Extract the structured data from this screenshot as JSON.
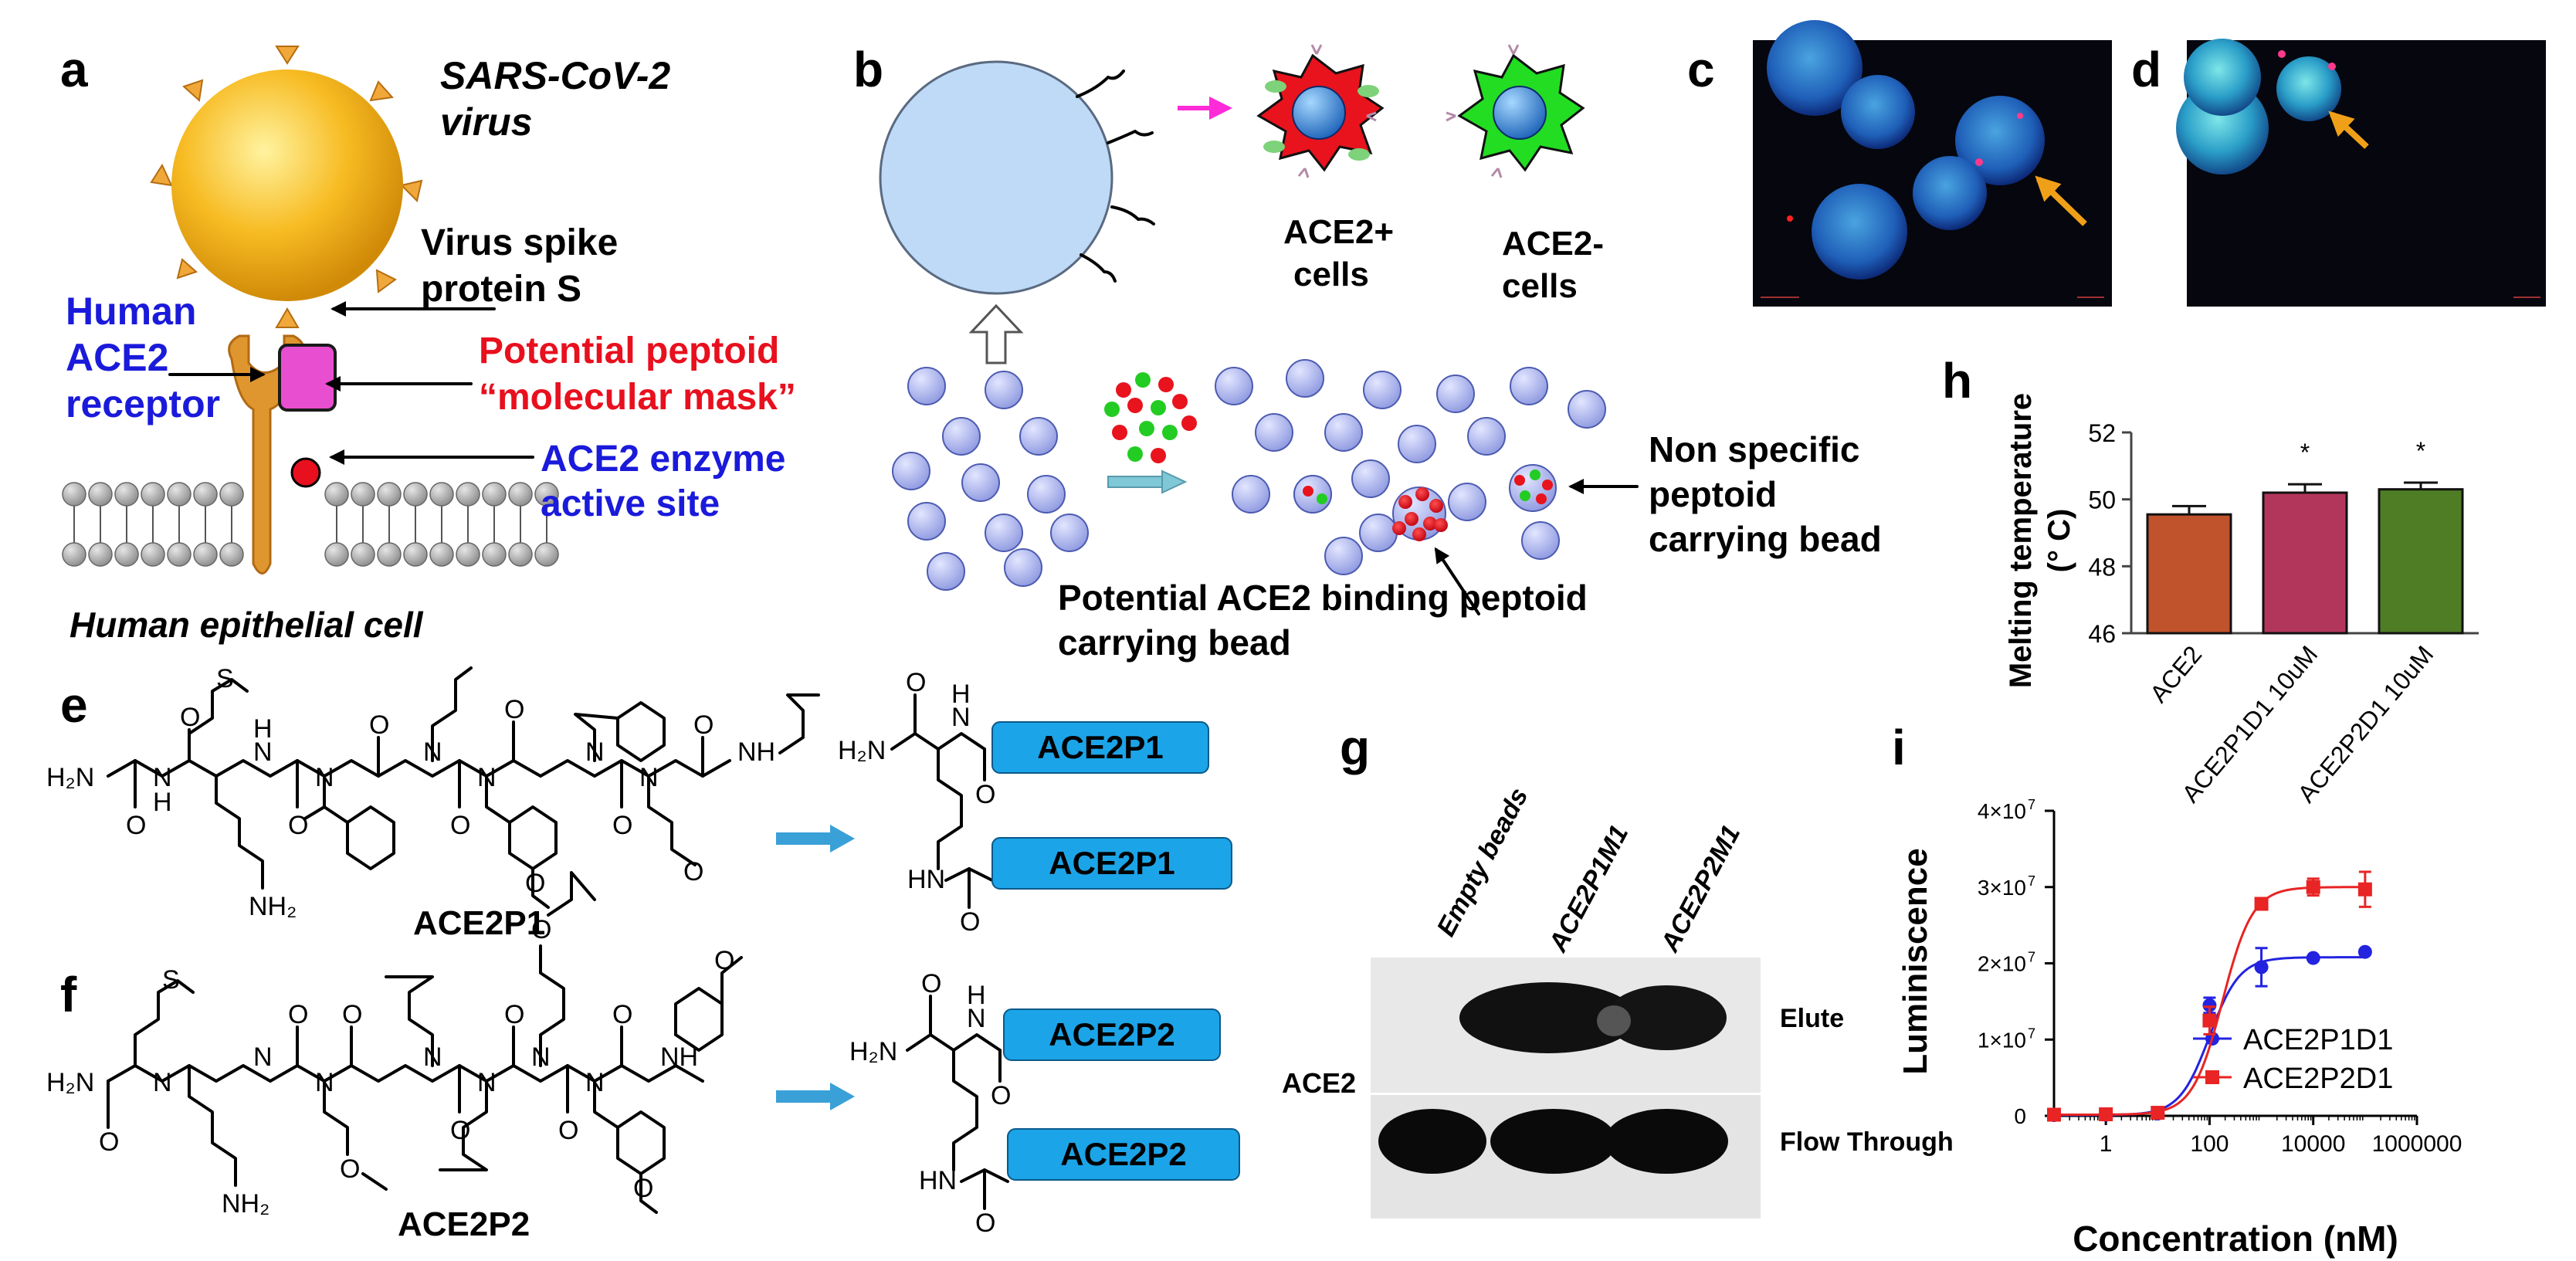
{
  "panel_labels": [
    "a",
    "b",
    "c",
    "d",
    "e",
    "f",
    "g",
    "h",
    "i"
  ],
  "panel_a": {
    "virus_label": [
      "SARS-CoV-2",
      "virus"
    ],
    "spike_label": [
      "Virus spike",
      "protein S"
    ],
    "receptor_label": [
      "Human",
      "ACE2",
      "receptor"
    ],
    "peptoid_label": [
      "Potential peptoid",
      "“molecular mask”"
    ],
    "active_site_label": [
      "ACE2 enzyme",
      "active site"
    ],
    "cell_label": "Human epithelial cell",
    "colors": {
      "blue_text": "#1a1adb",
      "red_text": "#e8101e",
      "virus": "#f5b01a",
      "receptor": "#e0962e",
      "mask": "#e84fd0"
    }
  },
  "panel_b": {
    "pos_cells": [
      "ACE2+",
      "cells"
    ],
    "neg_cells": [
      "ACE2-",
      "cells"
    ],
    "nonspecific": [
      "Non specific",
      "peptoid",
      "carrying bead"
    ],
    "potential": [
      "Potential ACE2 binding peptoid",
      "carrying bead"
    ],
    "colors": {
      "bead": "#aab4ee",
      "pos_cell": "#e8131d",
      "neg_cell": "#22dd22",
      "big_bead": "#bedaf6"
    }
  },
  "panel_e": {
    "amine": "H₂N",
    "name": "ACE2P1",
    "box_label": "ACE2P1"
  },
  "panel_f": {
    "amine": "H₂N",
    "name": "ACE2P2",
    "box_label": "ACE2P2"
  },
  "chem_atoms": {
    "S": "S",
    "O": "O",
    "N": "N",
    "H": "H",
    "NH": "NH",
    "HN": "HN",
    "NH2": "NH₂"
  },
  "panel_g": {
    "lanes": [
      "Empty beads",
      "ACE2P1M1",
      "ACE2P2M1"
    ],
    "rows": [
      "Elute",
      "Flow Through"
    ],
    "protein": "ACE2"
  },
  "chart_data": [
    {
      "type": "bar",
      "panel": "h",
      "title": "",
      "ylabel": "Melting temperature (° C)",
      "ylabel_lines": [
        "Melting temperature",
        "(° C)"
      ],
      "categories": [
        "ACE2",
        "ACE2P1D1 10uM",
        "ACE2P2D1 10uM"
      ],
      "values": [
        49.55,
        50.2,
        50.3
      ],
      "errors": [
        0.25,
        0.25,
        0.2
      ],
      "significance": [
        "",
        "*",
        "*"
      ],
      "bar_colors": [
        "#c0522c",
        "#b2365c",
        "#4f7d26"
      ],
      "ylim": [
        46,
        52
      ],
      "yticks": [
        "46",
        "48",
        "50",
        "52"
      ],
      "ytick_values": [
        46,
        48,
        50,
        52
      ]
    },
    {
      "type": "line",
      "panel": "i",
      "title": "",
      "xlabel": "Concentration (nM)",
      "ylabel": "Luminiscence",
      "xscale": "log",
      "xlim": [
        0.1,
        1000000
      ],
      "ylim": [
        0,
        40000000
      ],
      "xticks": [
        "1",
        "100",
        "10000",
        "1000000"
      ],
      "xtick_values": [
        1,
        100,
        10000,
        1000000
      ],
      "ytick_values": [
        0,
        10000000,
        20000000,
        30000000,
        40000000
      ],
      "ytick_coeffs": [
        "0",
        "1×10",
        "2×10",
        "3×10",
        "4×10"
      ],
      "ytick_exps": [
        "",
        "7",
        "7",
        "7",
        "7"
      ],
      "legend_position": "bottom-right",
      "series": [
        {
          "name": "ACE2P1D1",
          "color": "#2323e0",
          "x": [
            0.1,
            1,
            10,
            100,
            1000,
            10000,
            100000
          ],
          "y": [
            100000,
            150000,
            300000,
            14500000,
            19500000,
            20700000,
            21500000
          ],
          "err": [
            0,
            0,
            0,
            1000000,
            2500000,
            0,
            300000
          ],
          "fit": {
            "bottom": 100000,
            "top": 20800000,
            "logEC50": 2.0,
            "hill": 1.5
          }
        },
        {
          "name": "ACE2P2D1",
          "color": "#e82424",
          "x": [
            0.1,
            1,
            10,
            100,
            1000,
            10000,
            100000
          ],
          "y": [
            150000,
            200000,
            400000,
            12500000,
            27800000,
            30000000,
            29700000
          ],
          "err": [
            0,
            0,
            0,
            1800000,
            400000,
            1100000,
            2300000
          ],
          "fit": {
            "bottom": 150000,
            "top": 30000000,
            "logEC50": 2.25,
            "hill": 1.5
          }
        }
      ]
    }
  ]
}
